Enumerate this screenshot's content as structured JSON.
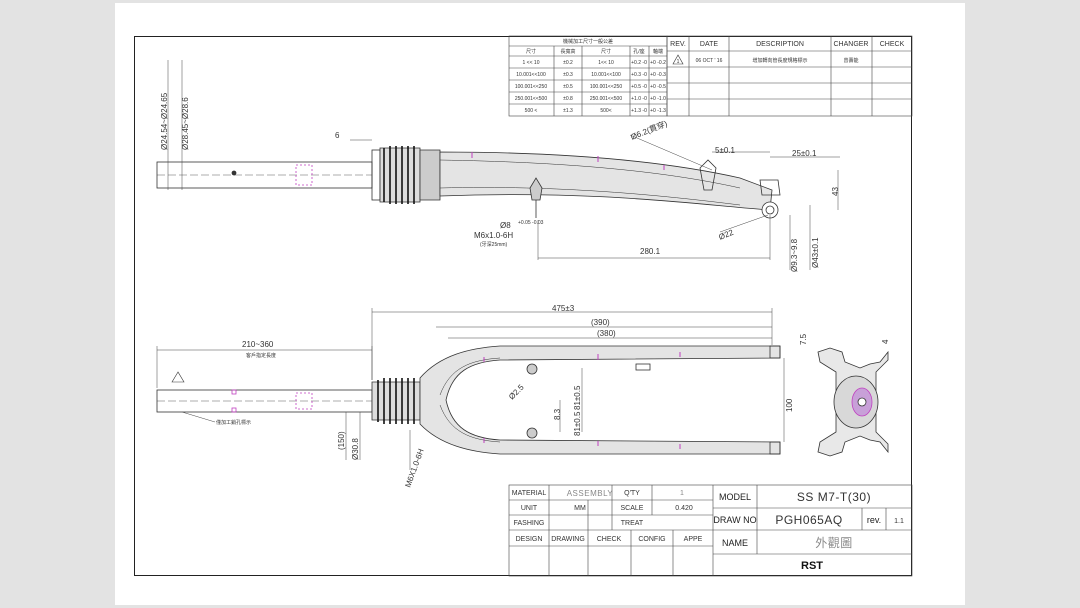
{
  "tolerance_table": {
    "title": "機械加工尺寸一般公差",
    "headers": [
      "尺寸",
      "長寬高",
      "尺寸",
      "孔/座",
      "軸端"
    ],
    "rows": [
      [
        "1 << 10",
        "±0.2",
        "1<< 10",
        "+0.2 -0",
        "+0 -0.2"
      ],
      [
        "10.001<<100",
        "±0.3",
        "10.001<<100",
        "+0.3 -0",
        "+0 -0.3"
      ],
      [
        "100.001<<250",
        "±0.5",
        "100.001<<250",
        "+0.5 -0",
        "+0 -0.5"
      ],
      [
        "250.001<<500",
        "±0.8",
        "250.001<<500",
        "+1.0 -0",
        "+0 -1.0"
      ],
      [
        "500 <",
        "±1.3",
        "500<",
        "+1.3 -0",
        "+0 -1.3"
      ]
    ]
  },
  "revision_table": {
    "headers": [
      "REV.",
      "DATE",
      "DESCRIPTION",
      "CHANGER",
      "CHECK"
    ],
    "row": {
      "rev": "1",
      "date": "06 OCT ' 16",
      "description": "增加轉向管長度規格標示",
      "changer": "曾壽能",
      "check": ""
    }
  },
  "dimensions": {
    "d_crown_1": "Ø24.54~Ø24.65",
    "d_crown_2": "Ø28.45~Ø28.6",
    "d_top_small": "6",
    "d_6_2": "Ø6.2(貫穿)",
    "d_5": "5±0.1",
    "d_25": "25±0.1",
    "d_43_top": "43",
    "d_m6_a": "M6x1.0-6H",
    "d_m6_a_note": "(牙深25mm)",
    "d_8": "Ø8",
    "d_8_tol": "+0.05 -0.03",
    "d_280": "280.1",
    "d_22": "Ø22",
    "d_9_3": "Ø9.3~9.8",
    "d_43_1": "Ø43±0.1",
    "d_475": "475±3",
    "d_390": "(390)",
    "d_380": "(380)",
    "d_7_5": "7.5",
    "d_4": "4",
    "d_210": "210~360",
    "d_210_note": "客戶指定長度",
    "d_2_5": "Ø2.5",
    "d_81_upper": "81±0.5",
    "d_8_3": "8.3",
    "d_81_lower": "81±0.5",
    "d_100": "100",
    "d_150": "(150)",
    "d_30": "Ø30.8",
    "d_m6_b": "M6X1.0-6H",
    "note_bottom": "僅加工銷孔標示"
  },
  "title_block": {
    "material_label": "MATERIAL",
    "material_value": "ASSEMBLY",
    "qty_label": "Q'TY",
    "qty_value": "1",
    "unit_label": "UNIT",
    "unit_value": "MM",
    "scale_label": "SCALE",
    "scale_value": "0.420",
    "fashing_label": "FASHING",
    "treat_label": "TREAT",
    "design_label": "DESIGN",
    "drawing_label": "DRAWING",
    "check_label": "CHECK",
    "config_label": "CONFIG",
    "appe_label": "APPE",
    "model_label": "MODEL",
    "model_value": "SS M7-T(30)",
    "drawno_label": "DRAW NO",
    "drawno_value": "PGH065AQ",
    "rev_label": "rev.",
    "rev_value": "1.1",
    "name_label": "NAME",
    "name_value": "外觀圖",
    "company": "RST"
  },
  "colors": {
    "line": "#222222",
    "accent": "#c040c0",
    "sheet": "#ffffff",
    "background": "#e3e3e3"
  }
}
